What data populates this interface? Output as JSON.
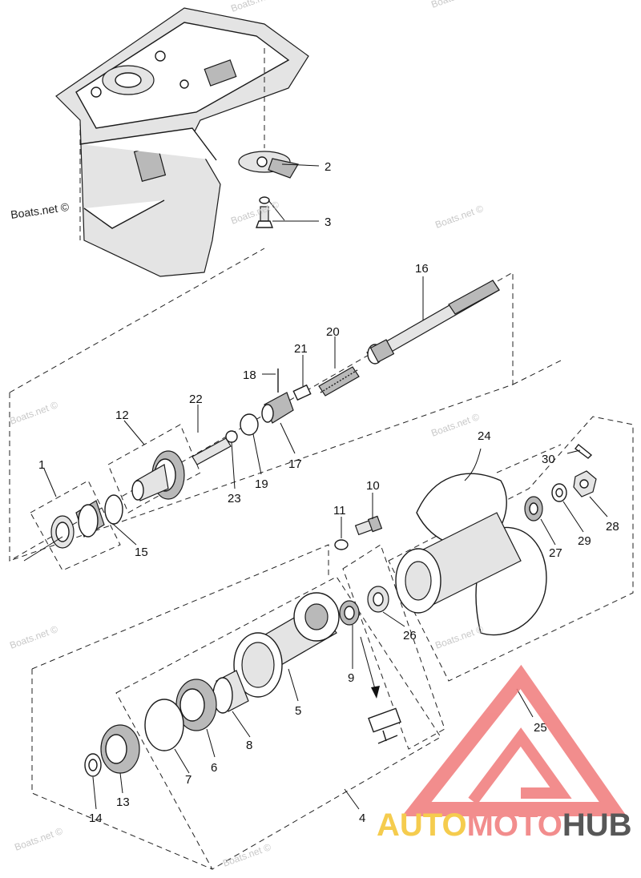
{
  "watermark": {
    "text": "Boats.net ©"
  },
  "logo": {
    "part1": "AUTO",
    "part2": "MOTO",
    "part3": "HUB",
    "color_yellow": "#f4c430",
    "color_red": "#f07a7a",
    "color_dark": "#3a3a3a"
  },
  "callouts": {
    "c1": "1",
    "c2": "2",
    "c3": "3",
    "c4": "4",
    "c5": "5",
    "c6": "6",
    "c7": "7",
    "c8": "8",
    "c9": "9",
    "c10": "10",
    "c11": "11",
    "c12": "12",
    "c13": "13",
    "c14": "14",
    "c15": "15",
    "c16": "16",
    "c17": "17",
    "c18": "18",
    "c19": "19",
    "c20": "20",
    "c21": "21",
    "c22": "22",
    "c23": "23",
    "c24": "24",
    "c25": "25",
    "c26": "26",
    "c27": "27",
    "c28": "28",
    "c29": "29",
    "c30": "30"
  }
}
